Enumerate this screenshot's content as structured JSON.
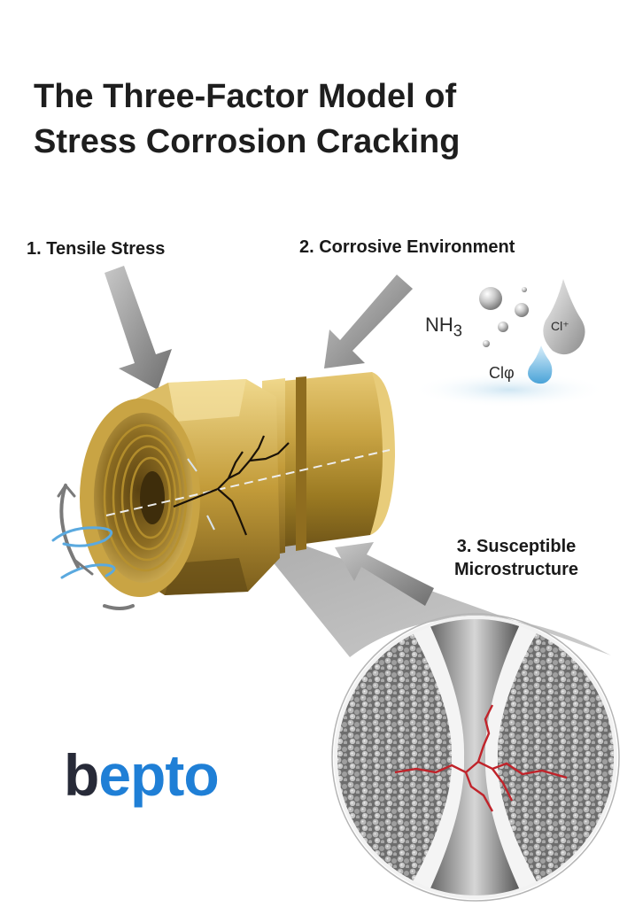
{
  "title": {
    "line1": "The Three-Factor Model of",
    "line2": "Stress Corrosion Cracking"
  },
  "factors": {
    "tensile_stress": "1. Tensile Stress",
    "corrosive_environment": "2. Corrosive Environment",
    "microstructure_line1": "3. Susceptible",
    "microstructure_line2": "Microstructure"
  },
  "chemicals": {
    "nh3_base": "NH",
    "nh3_sub": "3",
    "chloride_1": "Cl⁺",
    "chloride_2": "Clφ"
  },
  "logo": {
    "first": "b",
    "rest": "epto"
  },
  "colors": {
    "brass": "#b8922e",
    "arrow": "#8a8a8a",
    "crack": "#c0232a",
    "logo_blue": "#1f7fd6",
    "logo_dark": "#272a38"
  }
}
